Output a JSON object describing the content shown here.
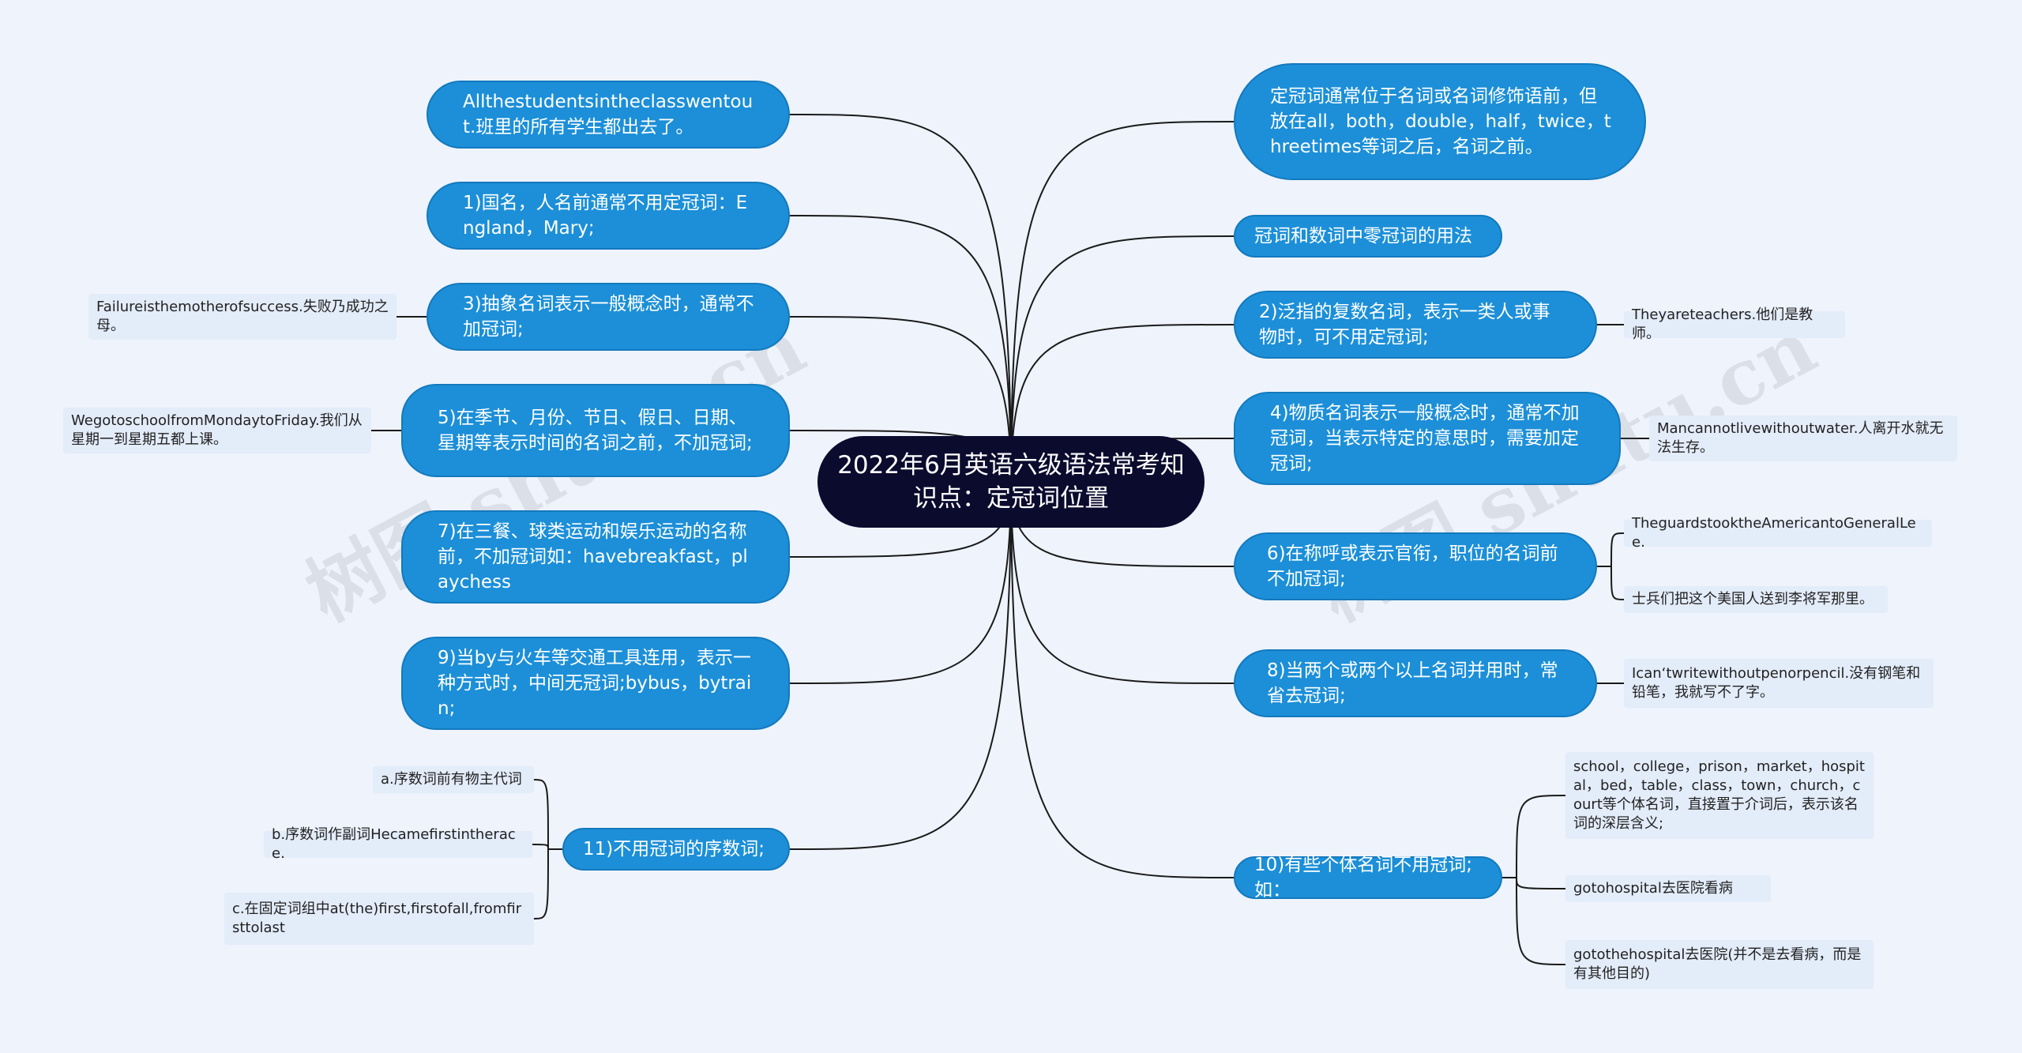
{
  "root": {
    "title": "2022年6月英语六级语法常考知识点：定冠词位置"
  },
  "left": [
    {
      "text": "Allthestudentsintheclasswentout.班里的所有学生都出去了。",
      "leaves": []
    },
    {
      "text": "1)国名，人名前通常不用定冠词：England，Mary;",
      "leaves": []
    },
    {
      "text": "3)抽象名词表示一般概念时，通常不加冠词;",
      "leaves": [
        "Failureisthemotherofsuccess.失败乃成功之母。"
      ]
    },
    {
      "text": "5)在季节、月份、节日、假日、日期、星期等表示时间的名词之前，不加冠词;",
      "leaves": [
        "WegotoschoolfromMondaytoFriday.我们从星期一到星期五都上课。"
      ]
    },
    {
      "text": "7)在三餐、球类运动和娱乐运动的名称前，不加冠词如：havebreakfast，playchess",
      "leaves": []
    },
    {
      "text": "9)当by与火车等交通工具连用，表示一种方式时，中间无冠词;bybus，bytrain;",
      "leaves": []
    },
    {
      "text": "11)不用冠词的序数词;",
      "leaves": [
        "a.序数词前有物主代词",
        "b.序数词作副词Hecamefirstintherace.",
        "c.在固定词组中at(the)first,firstofall,fromfirsttolast"
      ]
    }
  ],
  "right": [
    {
      "text": "定冠词通常位于名词或名词修饰语前，但放在all，both，double，half，twice，threetimes等词之后，名词之前。",
      "leaves": []
    },
    {
      "text": "冠词和数词中零冠词的用法",
      "leaves": []
    },
    {
      "text": "2)泛指的复数名词，表示一类人或事物时，可不用定冠词;",
      "leaves": [
        "Theyareteachers.他们是教师。"
      ]
    },
    {
      "text": "4)物质名词表示一般概念时，通常不加冠词，当表示特定的意思时，需要加定冠词;",
      "leaves": [
        "Mancannotlivewithoutwater.人离开水就无法生存。"
      ]
    },
    {
      "text": "6)在称呼或表示官衔，职位的名词前不加冠词;",
      "leaves": [
        "TheguardstooktheAmericantoGeneralLee.",
        "士兵们把这个美国人送到李将军那里。"
      ]
    },
    {
      "text": "8)当两个或两个以上名词并用时，常省去冠词;",
      "leaves": [
        "Ican‘twritewithoutpenorpencil.没有钢笔和铅笔，我就写不了字。"
      ]
    },
    {
      "text": "10)有些个体名词不用冠词;如：",
      "leaves": [
        "school，college，prison，market，hospital，bed，table，class，town，church，court等个体名词，直接置于介词后，表示该名词的深层含义;",
        "gotohospital去医院看病",
        "gotothehospital去医院(并不是去看病，而是有其他目的)"
      ]
    }
  ],
  "watermark": {
    "text": "树图 shutu.cn"
  },
  "colors": {
    "root": "#0b0b2e",
    "main": "#1c8fd8",
    "leaf": "#e3ecf9",
    "line": "#1a1a1a",
    "background": "#eef3fc"
  }
}
